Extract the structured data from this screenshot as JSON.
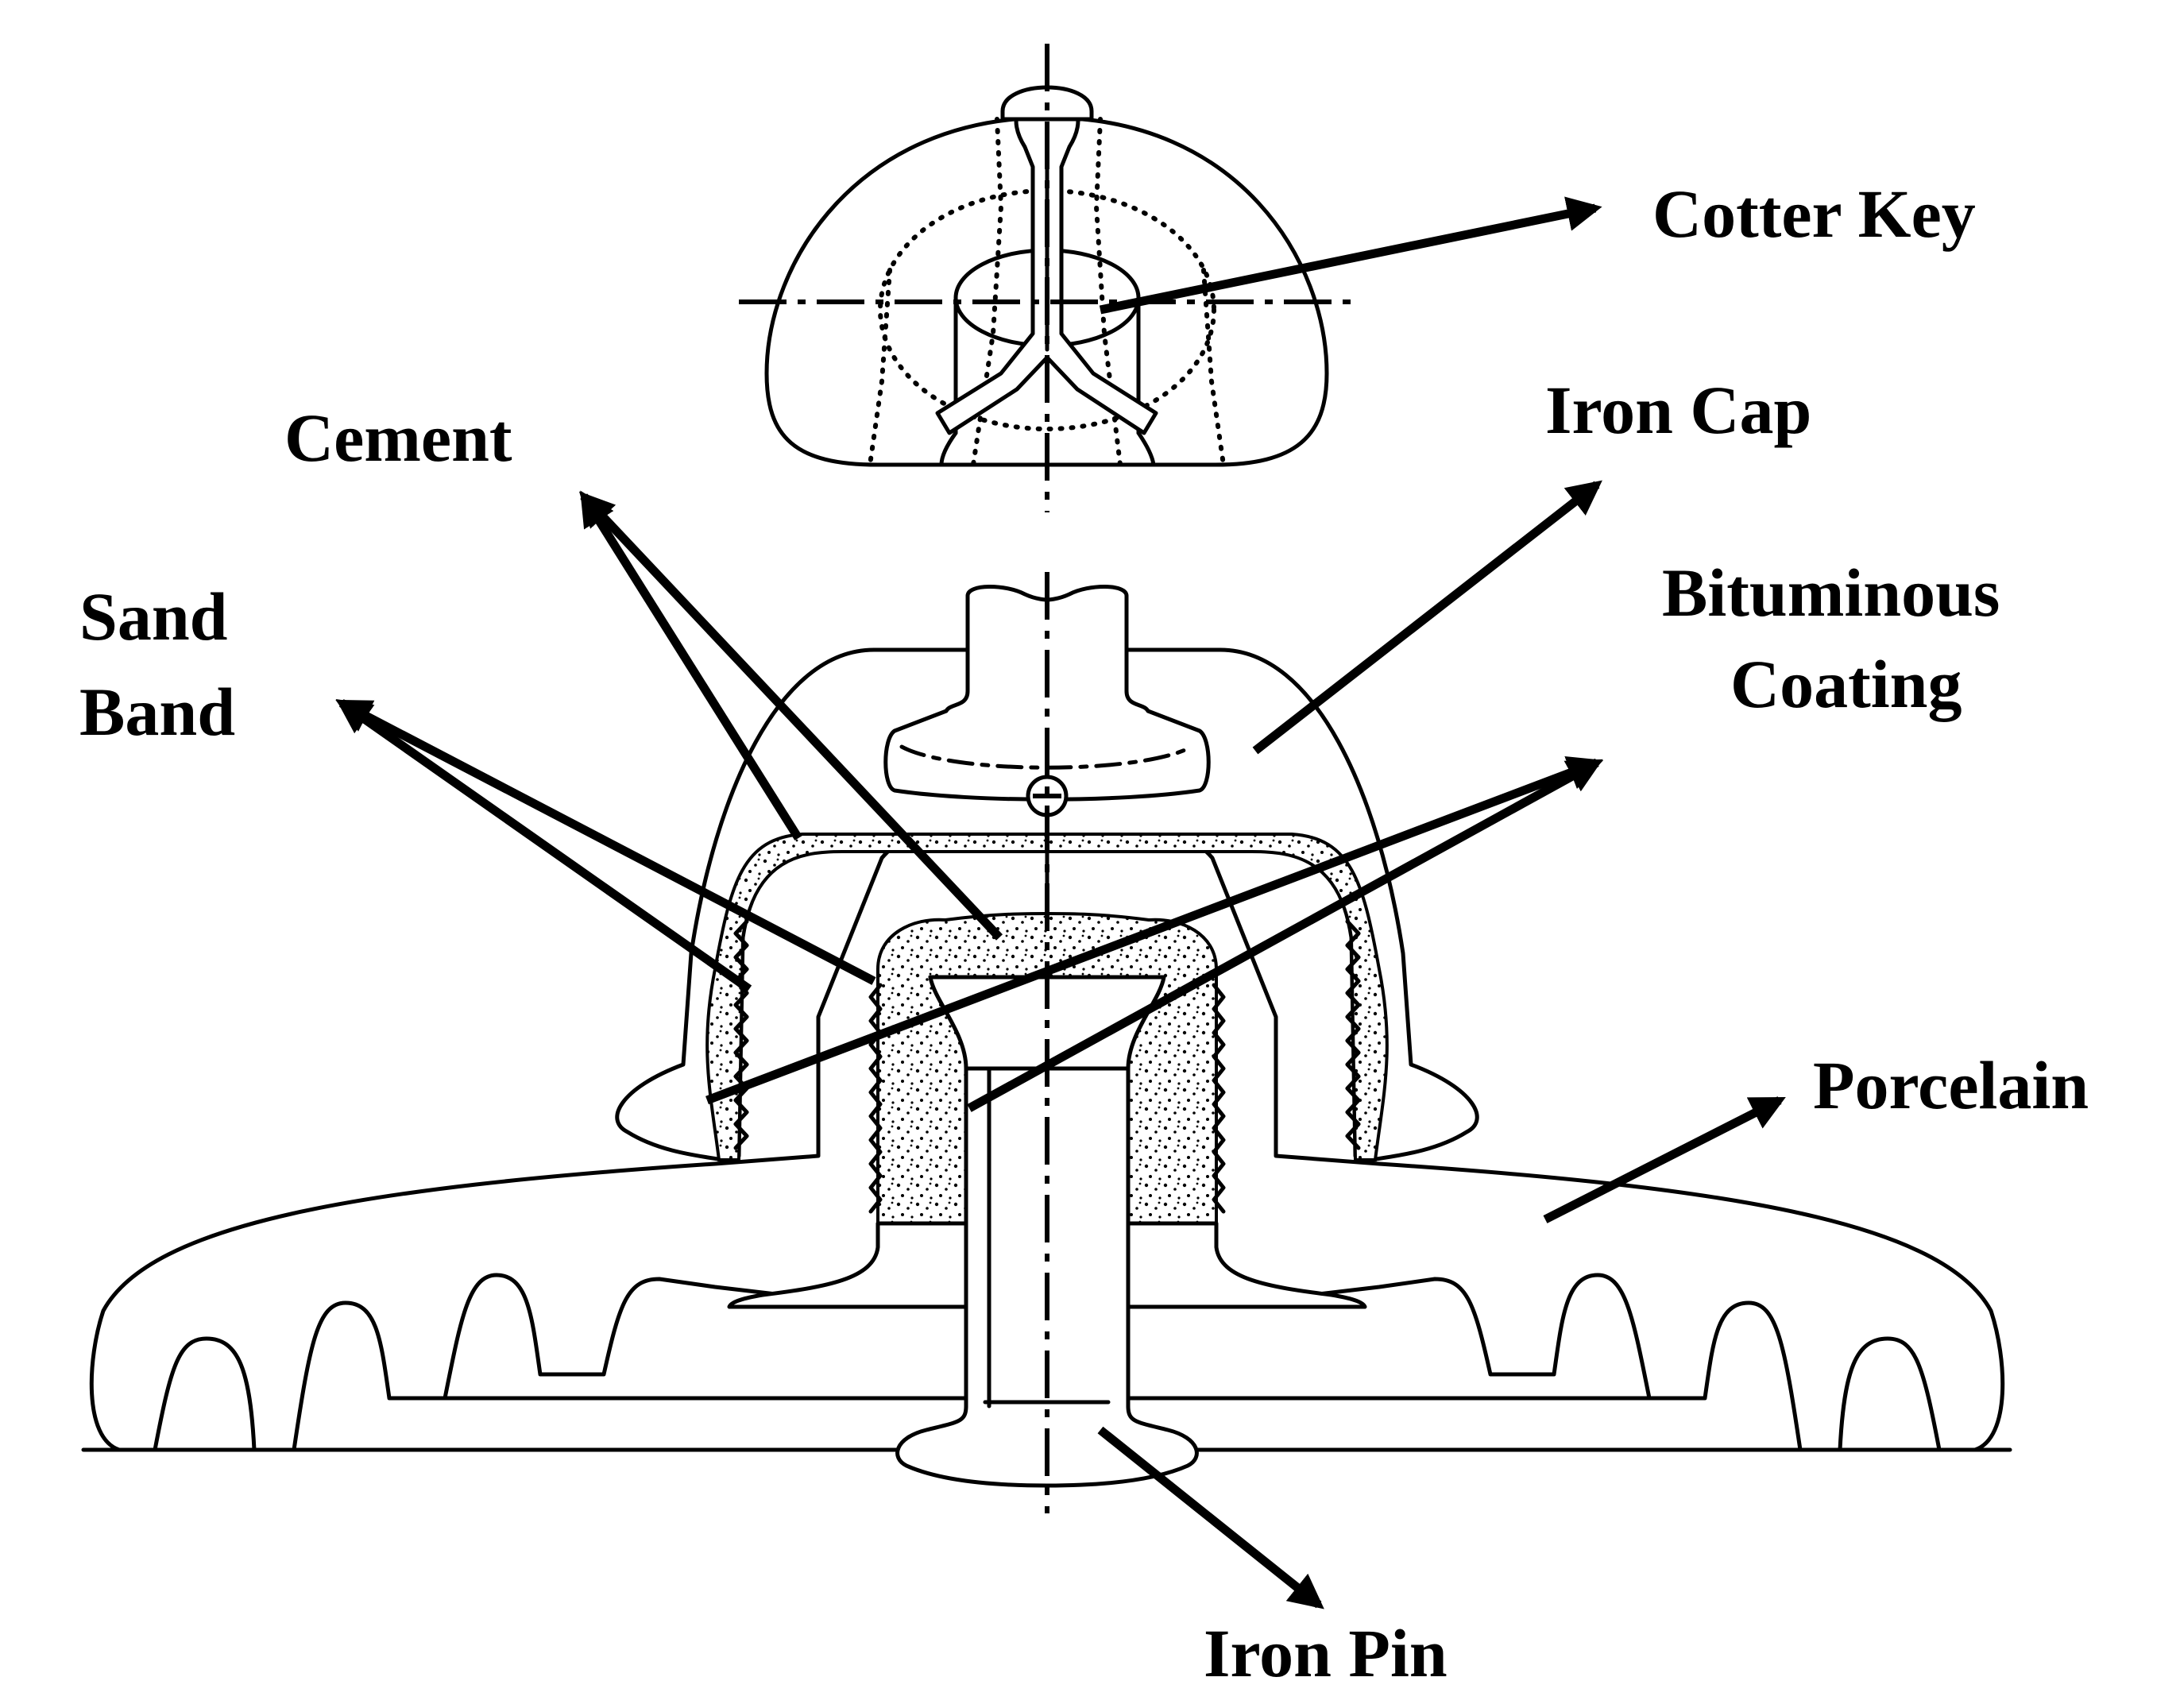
{
  "labels": {
    "cotter_key": "Cotter Key",
    "iron_cap": "Iron Cap",
    "cement": "Cement",
    "sand_band_line1": "Sand",
    "sand_band_line2": "Band",
    "bituminous_line1": "Bituminous",
    "bituminous_line2": "Coating",
    "porcelain": "Porcelain",
    "iron_pin": "Iron Pin"
  }
}
